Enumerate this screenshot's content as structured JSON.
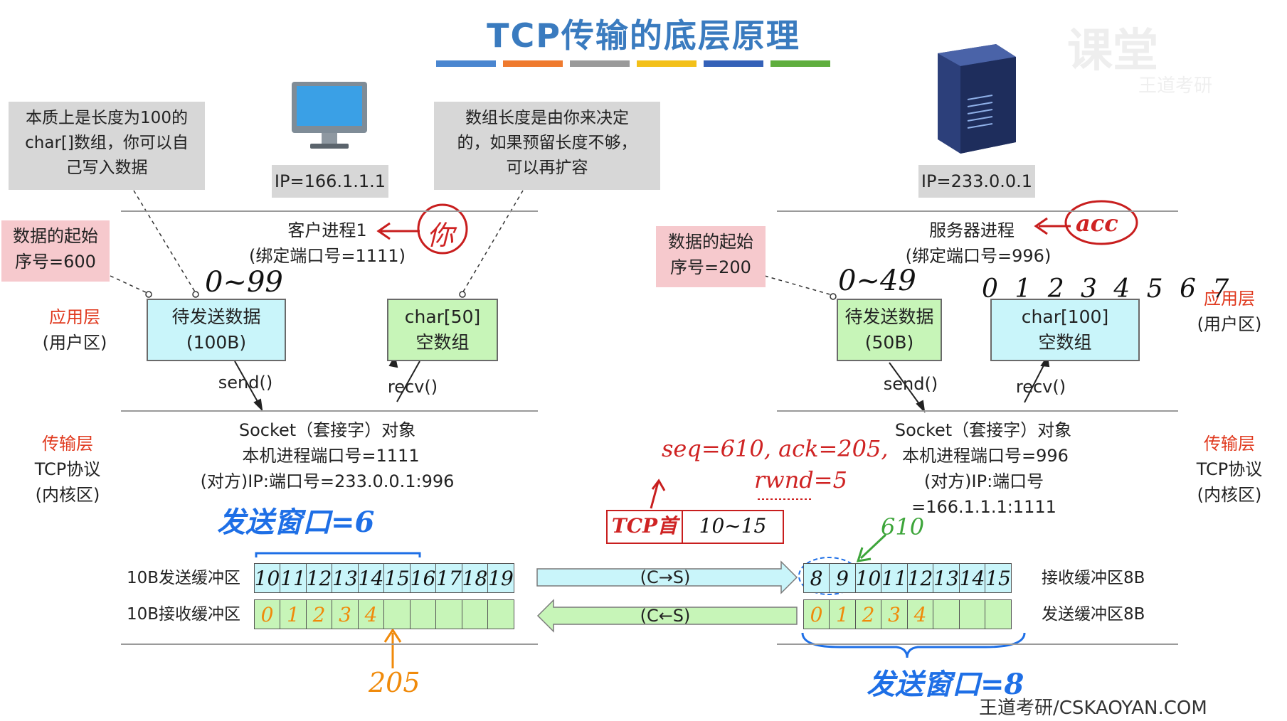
{
  "title": "TCP传输的底层原理",
  "title_bar_colors": [
    "#4a86d0",
    "#ef7a2e",
    "#9a9a9a",
    "#f3c019",
    "#3461b8",
    "#5fae3e"
  ],
  "watermark": "课堂",
  "watermark_sub": "王道考研",
  "footer": "王道考研/CSKAOYAN.COM",
  "client": {
    "ip": "IP=166.1.1.1",
    "note_left": "本质上是长度为100的\nchar[]数组，你可以自\n己写入数据",
    "note_right": "数组长度是由你来决定\n的，如果预留长度不够，\n可以再扩容",
    "start_seq": "数据的起始\n序号=600",
    "process_name": "客户进程1",
    "process_port": "(绑定端口号=1111)",
    "annot_name": "你",
    "app_layer": "应用层",
    "app_layer_sub": "(用户区)",
    "send_data": "待发送数据\n(100B)",
    "recv_array": "char[50]\n空数组",
    "send_call": "send()",
    "recv_call": "recv()",
    "range_annot": "0~99",
    "transport_layer": "传输层",
    "transport_sub": "TCP协议\n(内核区)",
    "socket_title": "Socket（套接字）对象",
    "socket_port": "本机进程端口号=1111",
    "socket_peer": "(对方)IP:端口号=233.0.0.1:996",
    "window_annot": "发送窗口=6",
    "send_buf_label": "10B发送缓冲区",
    "recv_buf_label": "10B接收缓冲区",
    "send_buf_cells": [
      "10",
      "11",
      "12",
      "13",
      "14",
      "15",
      "16",
      "17",
      "18",
      "19"
    ],
    "recv_buf_cells": [
      "0",
      "1",
      "2",
      "3",
      "4",
      "",
      "",
      "",
      "",
      ""
    ],
    "ack_annot": "205"
  },
  "server": {
    "ip": "IP=233.0.0.1",
    "start_seq": "数据的起始\n序号=200",
    "process_name": "服务器进程",
    "process_port": "(绑定端口号=996)",
    "annot_name": "acc",
    "app_layer": "应用层",
    "app_layer_sub": "(用户区)",
    "send_data": "待发送数据\n(50B)",
    "recv_array": "char[100]\n空数组",
    "send_call": "send()",
    "recv_call": "recv()",
    "range_annot": "0~49",
    "index_annot": "0 1 2 3 4 5 6 7",
    "transport_layer": "传输层",
    "transport_sub": "TCP协议\n(内核区)",
    "socket_title": "Socket（套接字）对象",
    "socket_port": "本机进程端口号=996",
    "socket_peer": "(对方)IP:端口号=166.1.1.1:1111",
    "seq_annot": "seq=610, ack=205,",
    "rwnd_annot": "rwnd=5",
    "recv_buf_label": "接收缓冲区8B",
    "send_buf_label": "发送缓冲区8B",
    "recv_buf_cells": [
      "8",
      "9",
      "10",
      "11",
      "12",
      "13",
      "14",
      "15"
    ],
    "send_buf_cells": [
      "0",
      "1",
      "2",
      "3",
      "4",
      "",
      "",
      ""
    ],
    "marker_annot": "610",
    "window_annot": "发送窗口=8"
  },
  "segment": {
    "header": "TCP首",
    "payload": "10~15"
  },
  "arrows": {
    "c_to_s": "(C→S)",
    "s_to_c": "(C←S)"
  }
}
